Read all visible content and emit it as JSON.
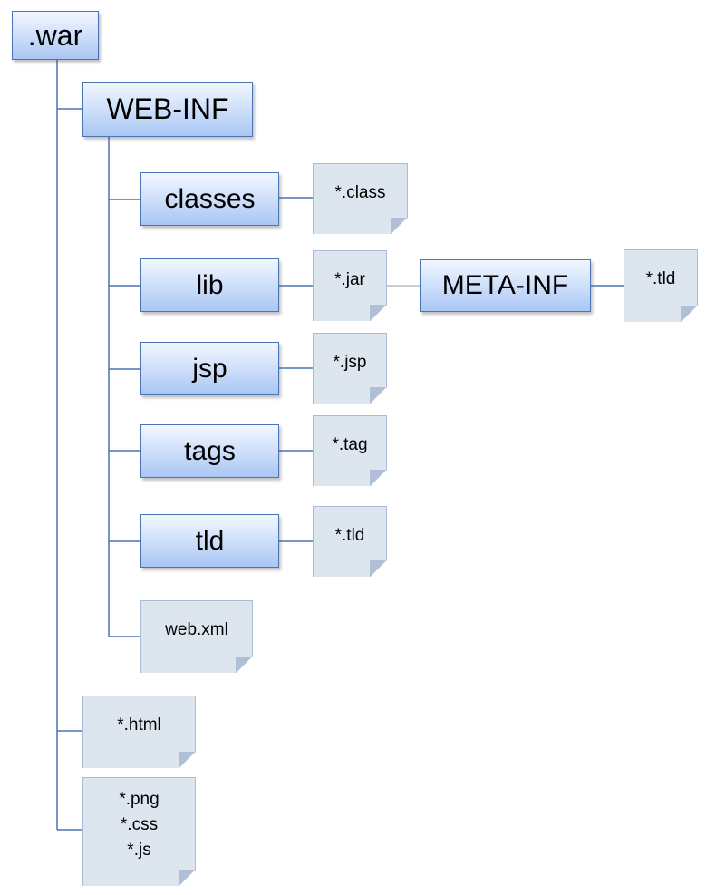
{
  "folders": {
    "war": ".war",
    "web_inf": "WEB-INF",
    "classes": "classes",
    "lib": "lib",
    "jsp": "jsp",
    "tags": "tags",
    "tld": "tld",
    "meta_inf": "META-INF"
  },
  "files": {
    "class": "*.class",
    "jar": "*.jar",
    "jsp": "*.jsp",
    "tag": "*.tag",
    "tld": "*.tld",
    "meta_tld": "*.tld",
    "web_xml": "web.xml",
    "html": "*.html",
    "static": [
      "*.png",
      "*.css",
      "*.js"
    ]
  },
  "colors": {
    "line": "#4a74b4",
    "folder_border": "#4a74b4",
    "file_fill": "#dde5ef"
  }
}
